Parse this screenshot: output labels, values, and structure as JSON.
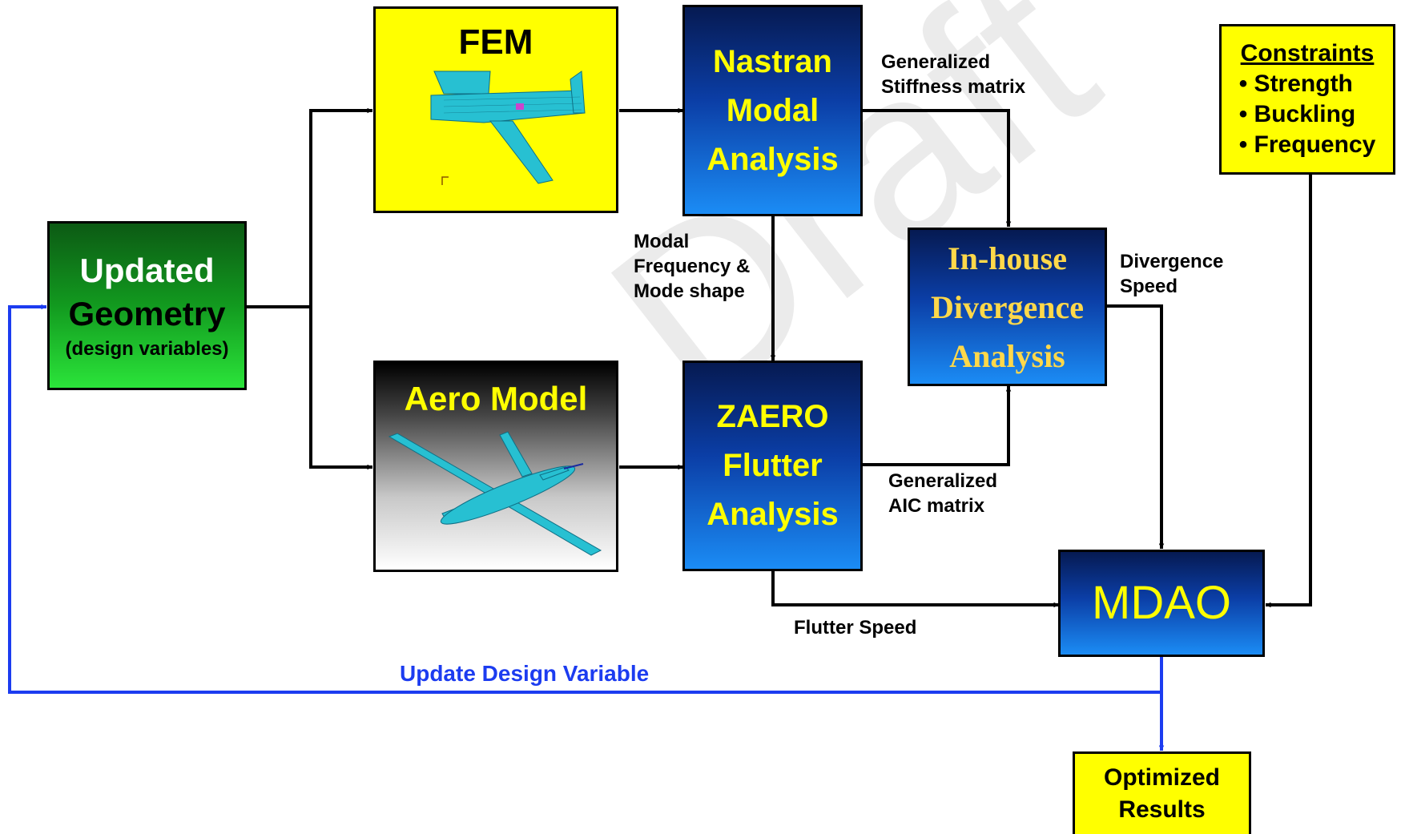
{
  "watermark": "Draft",
  "nodes": {
    "fem": {
      "title": "FEM"
    },
    "nastran": {
      "line1": "Nastran",
      "line2": "Modal",
      "line3": "Analysis"
    },
    "updated": {
      "line1": "Updated",
      "line2": "Geometry",
      "line3": "(design variables)"
    },
    "aero": {
      "title": "Aero Model"
    },
    "zaero": {
      "line1": "ZAERO",
      "line2": "Flutter",
      "line3": "Analysis"
    },
    "divergence": {
      "line1": "In-house",
      "line2": "Divergence",
      "line3": "Analysis"
    },
    "constraints": {
      "title": "Constraints",
      "items": [
        "• Strength",
        "• Buckling",
        "• Frequency"
      ]
    },
    "mdao": {
      "title": "MDAO"
    },
    "optimized": {
      "line1": "Optimized",
      "line2": "Results"
    }
  },
  "edge_labels": {
    "stiffness": {
      "line1": "Generalized",
      "line2": "Stiffness matrix"
    },
    "modal": {
      "line1": "Modal",
      "line2": "Frequency &",
      "line3": "Mode shape"
    },
    "divergence_speed": {
      "line1": "Divergence",
      "line2": "Speed"
    },
    "aic": {
      "line1": "Generalized",
      "line2": "AIC matrix"
    },
    "flutter_speed": "Flutter Speed",
    "update": "Update Design Variable"
  },
  "colors": {
    "arrow": "#000000",
    "feedback": "#1c3cf0",
    "yellow": "#ffff00",
    "blue_box": "#1b6fe0",
    "green_box": "#1aa025"
  }
}
